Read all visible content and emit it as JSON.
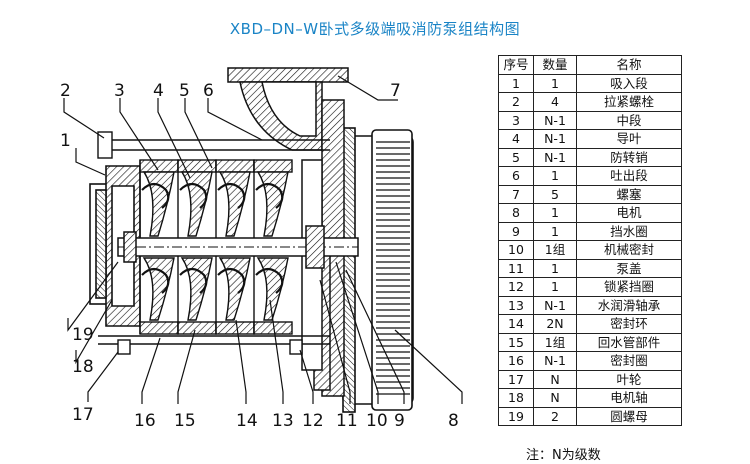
{
  "title": "XBD–DN–W卧式多级端吸消防泵组结构图",
  "table": {
    "headers": [
      "序号",
      "数量",
      "名称"
    ],
    "rows": [
      [
        "1",
        "1",
        "吸入段"
      ],
      [
        "2",
        "4",
        "拉紧螺栓"
      ],
      [
        "3",
        "N-1",
        "中段"
      ],
      [
        "4",
        "N-1",
        "导叶"
      ],
      [
        "5",
        "N-1",
        "防转销"
      ],
      [
        "6",
        "1",
        "吐出段"
      ],
      [
        "7",
        "5",
        "螺塞"
      ],
      [
        "8",
        "1",
        "电机"
      ],
      [
        "9",
        "1",
        "挡水圈"
      ],
      [
        "10",
        "1组",
        "机械密封"
      ],
      [
        "11",
        "1",
        "泵盖"
      ],
      [
        "12",
        "1",
        "锁紧挡圈"
      ],
      [
        "13",
        "N-1",
        "水润滑轴承"
      ],
      [
        "14",
        "2N",
        "密封环"
      ],
      [
        "15",
        "1组",
        "回水管部件"
      ],
      [
        "16",
        "N-1",
        "密封圈"
      ],
      [
        "17",
        "N",
        "叶轮"
      ],
      [
        "18",
        "N",
        "电机轴"
      ],
      [
        "19",
        "2",
        "圆螺母"
      ]
    ]
  },
  "note": "注：N为级数",
  "callouts": [
    "1",
    "2",
    "3",
    "4",
    "5",
    "6",
    "7",
    "8",
    "9",
    "10",
    "11",
    "12",
    "13",
    "14",
    "15",
    "16",
    "17",
    "18",
    "19"
  ]
}
